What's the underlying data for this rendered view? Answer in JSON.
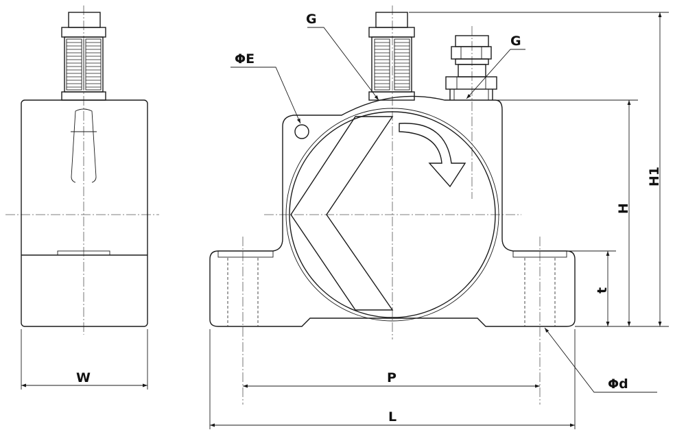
{
  "labels": {
    "W": "W",
    "L": "L",
    "P": "P",
    "H": "H",
    "H1": "H1",
    "t": "t",
    "G_inlet": "G",
    "G_outlet": "G",
    "phi_E": "ΦE",
    "phi_d": "Φd"
  }
}
